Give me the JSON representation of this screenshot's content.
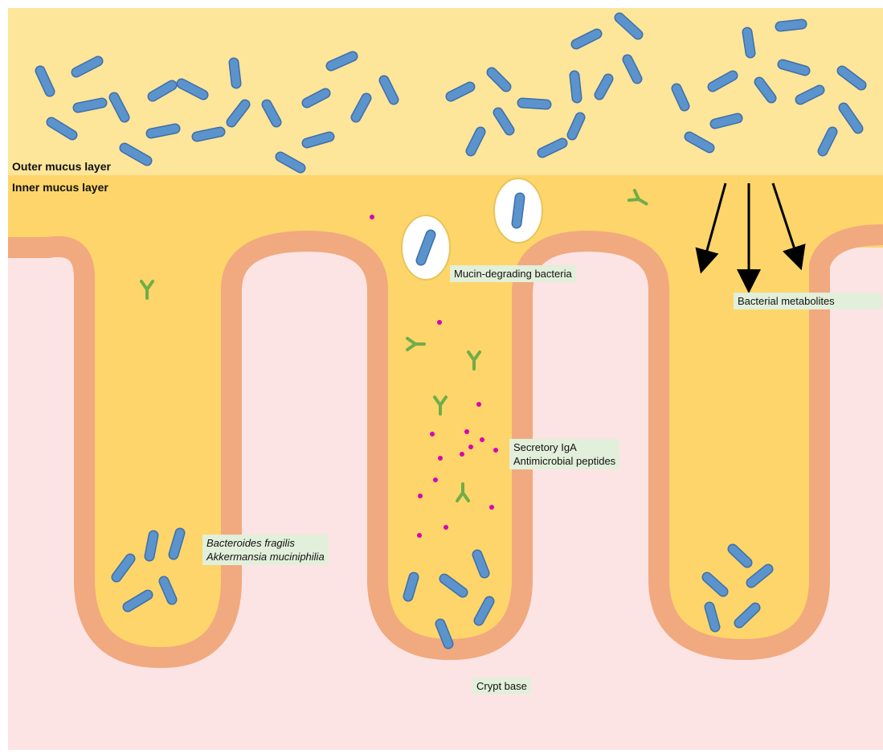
{
  "labels": {
    "outer_mucus": "Outer mucus layer",
    "inner_mucus": "Inner mucus layer",
    "mucin_degrading": "Mucin-degrading bacteria",
    "metabolites": "Bacterial metabolites",
    "secretory_iga": "Secretory IgA",
    "antimicrobial": "Antimicrobial peptides",
    "species_1": "Bacteroides fragilis",
    "species_2": "Akkermansia muciniphilia",
    "crypt_base": "Crypt base"
  },
  "colors": {
    "outer_mucus": "#fde59a",
    "inner_mucus": "#fdd56a",
    "tissue": "#fde4e4",
    "epithelium": "#f1a97f",
    "bacterium_fill": "#5b93cd",
    "bacterium_stroke": "#3f6fa8",
    "antibody": "#70ad47",
    "peptide": "#d600b8",
    "label_bg": "#e2efda"
  }
}
